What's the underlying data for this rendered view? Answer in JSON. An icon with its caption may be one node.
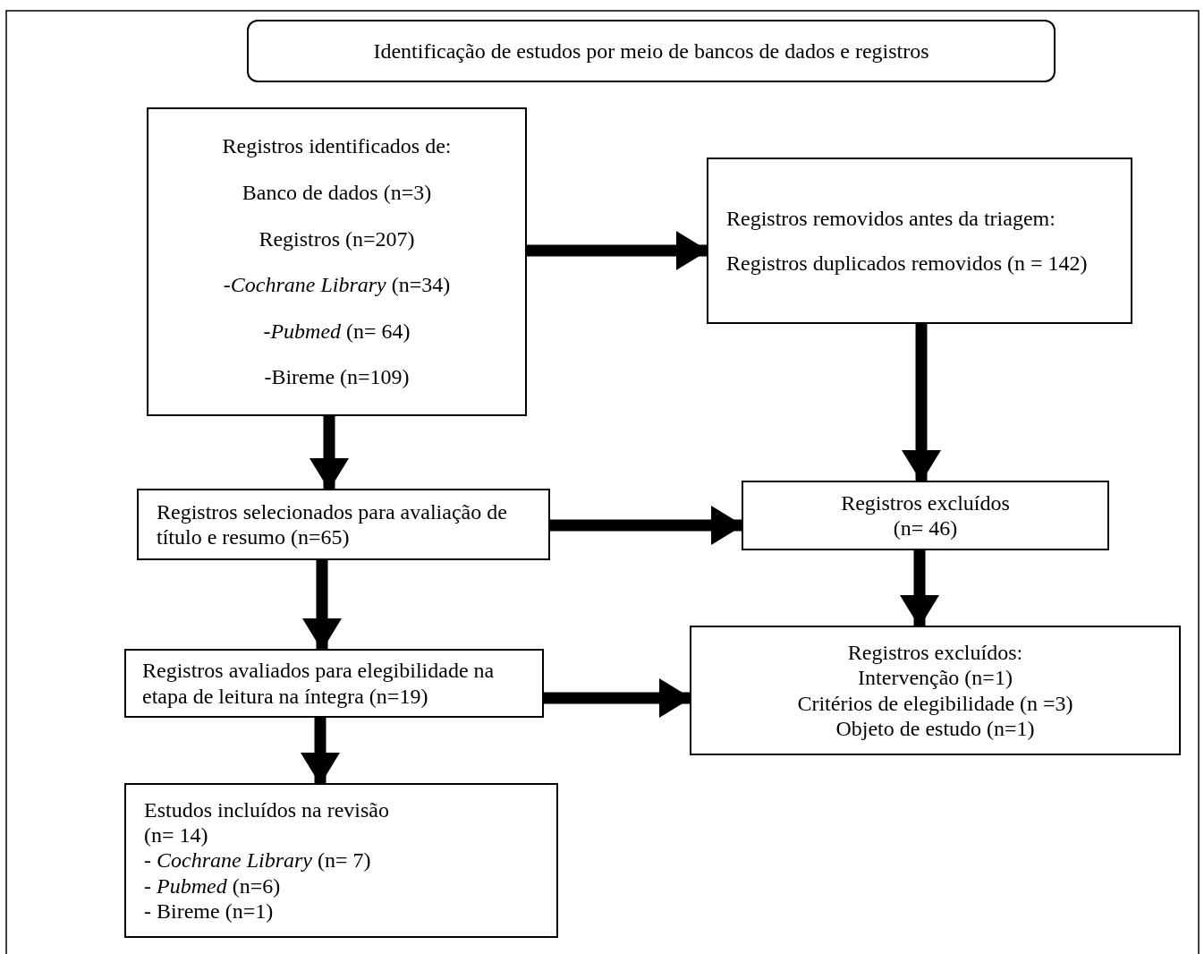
{
  "diagram": {
    "nodes": [
      {
        "text": [
          "Identificação de estudos por meio de bancos de dados e registros"
        ]
      },
      {
        "text": [
          "Registros identificados de:",
          "Banco de dados (n=3)",
          "Registros (n=207)",
          "-*Cochrane Library* (n=34)",
          "-*Pubmed* (n= 64)",
          "-Bireme (n=109)"
        ]
      },
      {
        "text": [
          "Registros removidos antes da triagem:",
          "Registros duplicados removidos (n = 142)"
        ]
      },
      {
        "text": [
          "Registros selecionados para avaliação de título e resumo (n=65)"
        ]
      },
      {
        "text": [
          "Registros excluídos (n= 46)"
        ]
      },
      {
        "text": [
          "Registros avaliados para elegibilidade na etapa de leitura na íntegra (n=19)"
        ]
      },
      {
        "text": [
          "Registros excluídos:",
          "Intervenção (n=1)",
          "Critérios de elegibilidade (n =3)",
          "Objeto de estudo (n=1)"
        ]
      },
      {
        "text": [
          "Estudos incluídos na revisão",
          "(n= 14)",
          "- *Cochrane Library* (n= 7)",
          "- *Pubmed* (n=6)",
          "- Bireme (n=1)"
        ]
      }
    ],
    "edges": [
      {
        "from": 1,
        "to": 2,
        "arrow": "to"
      },
      {
        "from": 2,
        "to": 4,
        "arrow": "to"
      },
      {
        "from": 1,
        "to": 3,
        "arrow": "to"
      },
      {
        "from": 3,
        "to": 4,
        "arrow": "to"
      },
      {
        "from": 4,
        "to": 6,
        "arrow": "to"
      },
      {
        "from": 3,
        "to": 5,
        "arrow": "to"
      },
      {
        "from": 5,
        "to": 6,
        "arrow": "to"
      },
      {
        "from": 5,
        "to": 7,
        "arrow": "to"
      }
    ]
  }
}
